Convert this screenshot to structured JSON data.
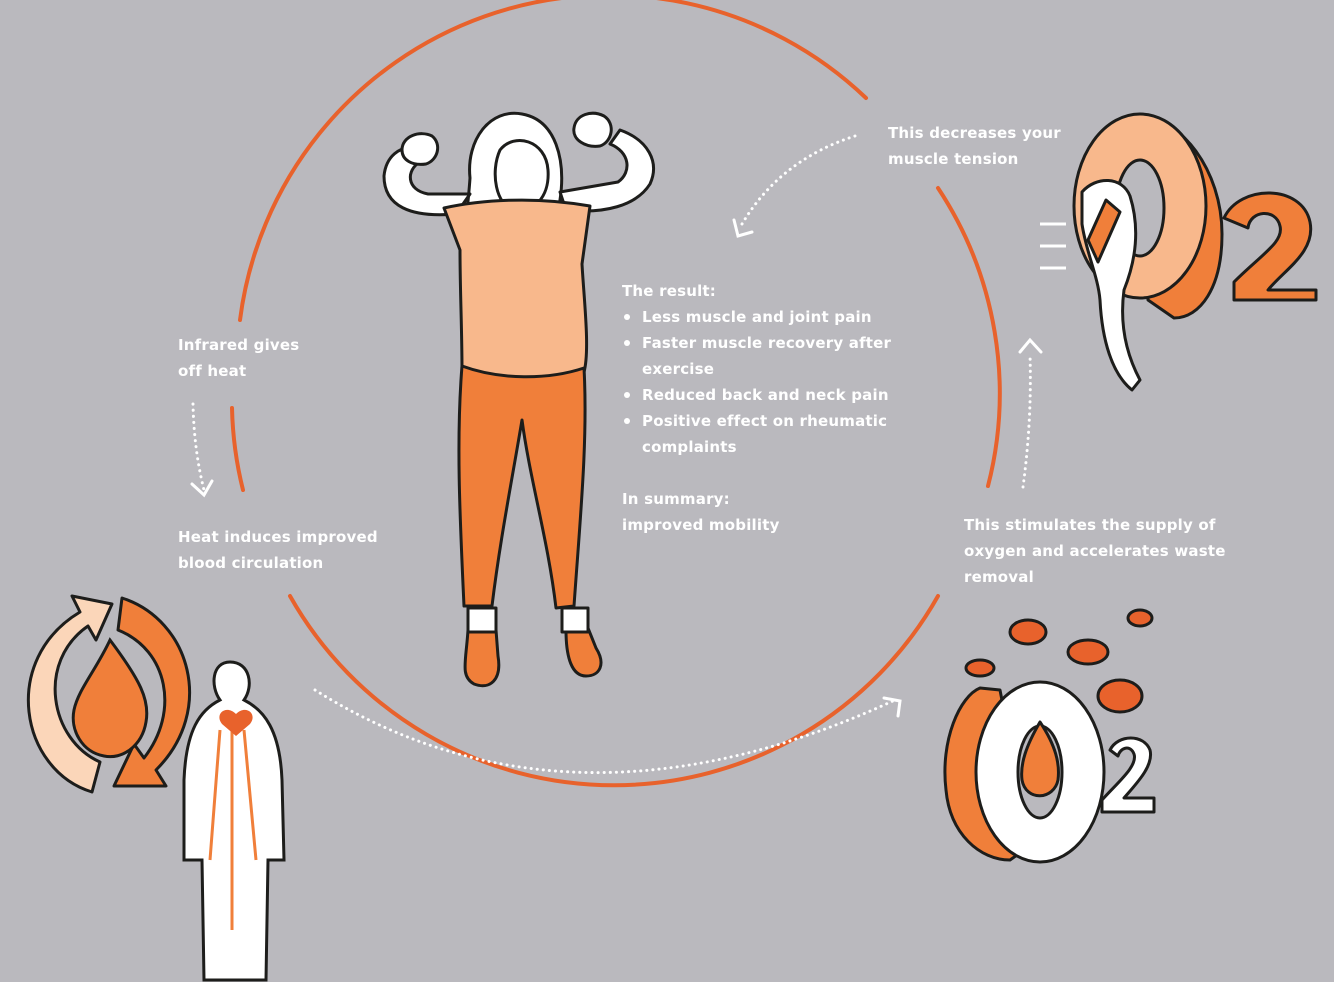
{
  "colors": {
    "background": "#bab9be",
    "accent": "#e8622c",
    "orange": "#f07f3a",
    "light_orange": "#f8b88c",
    "peach": "#fbd6b9",
    "outline": "#1d1d1b",
    "dots": "#ffffff"
  },
  "steps": {
    "infrared": [
      "Infrared gives",
      "off heat"
    ],
    "heat": [
      "Heat induces improved",
      "blood circulation"
    ],
    "oxygen": [
      "This stimulates the supply of",
      "oxygen and accelerates waste",
      "removal"
    ],
    "tension": [
      "This decreases your",
      "muscle tension"
    ]
  },
  "result": {
    "heading": "The result:",
    "items": [
      "Less muscle and joint pain",
      "Faster muscle recovery after exercise",
      "Reduced back and neck pain",
      "Positive effect on rheumatic complaints"
    ],
    "summary_heading": "In summary:",
    "summary_text": "improved mobility"
  },
  "icons": {
    "center": "flexing-woman-icon",
    "bottom_left": "blood-circulation-icon",
    "bottom_right": "oxygen-blood-cells-icon",
    "top_right": "oxygen-muscle-arm-icon"
  }
}
